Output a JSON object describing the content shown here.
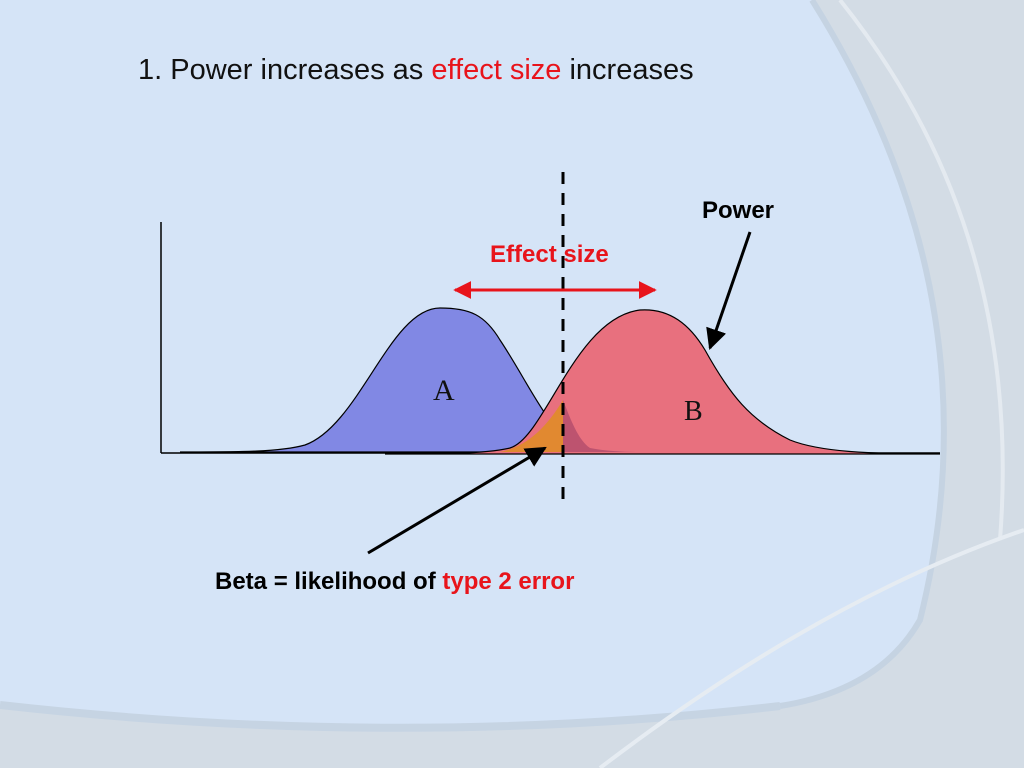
{
  "title": {
    "prefix": "1. Power increases as ",
    "highlight": "effect size",
    "suffix": " increases"
  },
  "labels": {
    "power": "Power",
    "effect_size": "Effect size",
    "curve_a": "A",
    "curve_b": "B",
    "beta_prefix": "Beta = likelihood of ",
    "beta_highlight": "type 2 error"
  },
  "colors": {
    "background": "#d4dde6",
    "panel": "#d5e4f7",
    "curve_a_fill": "#8188e4",
    "curve_b_fill": "#e8707e",
    "overlap_beta": "#e08a2c",
    "highlight": "#e8141b"
  }
}
